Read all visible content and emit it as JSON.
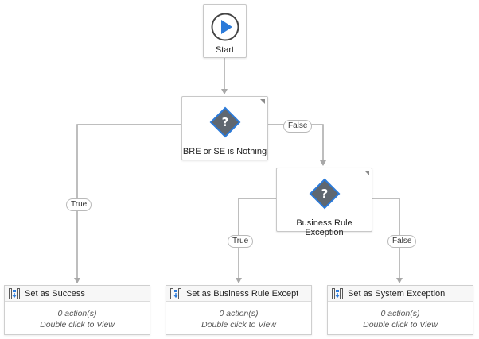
{
  "start": {
    "label": "Start"
  },
  "decisions": [
    {
      "label": "BRE or SE is Nothing"
    },
    {
      "label": "Business Rule Exception"
    }
  ],
  "edge_labels": {
    "d1_true": "True",
    "d1_false": "False",
    "d2_true": "True",
    "d2_false": "False"
  },
  "assigns": [
    {
      "title": "Set as Success",
      "actions": "0 action(s)",
      "hint": "Double click to View"
    },
    {
      "title": "Set as Business Rule Except",
      "actions": "0 action(s)",
      "hint": "Double click to View"
    },
    {
      "title": "Set as System Exception",
      "actions": "0 action(s)",
      "hint": "Double click to View"
    }
  ],
  "colors": {
    "connector": "#a8a8a8",
    "play": "#2b7ad9",
    "decision_fill": "#5f6770",
    "decision_border": "#2b7ad9"
  }
}
